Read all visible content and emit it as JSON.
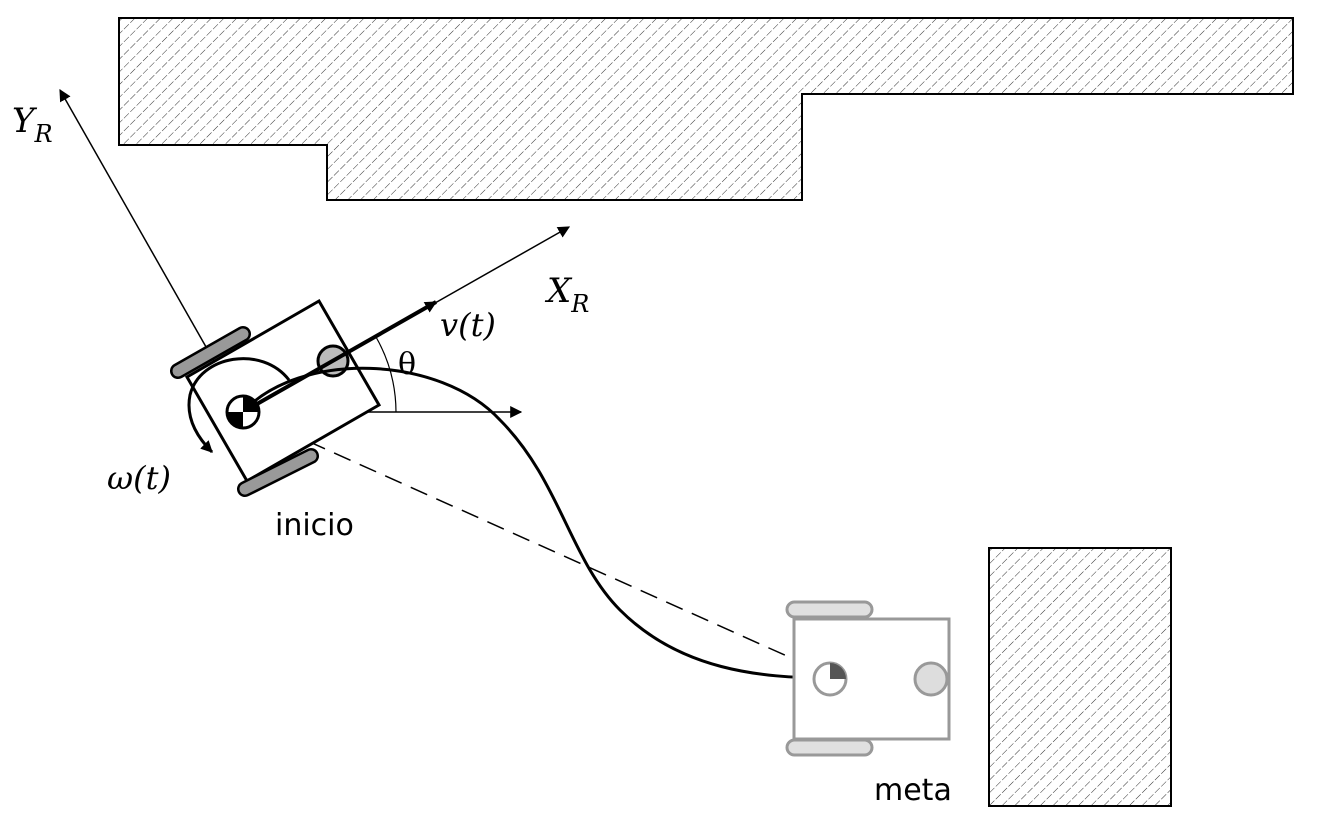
{
  "labels": {
    "y_axis": "Y",
    "y_axis_sub": "R",
    "x_axis": "X",
    "x_axis_sub": "R",
    "velocity": "v(t)",
    "angular_velocity": "ω(t)",
    "heading_angle": "θ",
    "start": "inicio",
    "goal": "meta"
  },
  "colors": {
    "line": "#000000",
    "robot_start_stroke": "#000000",
    "robot_goal_stroke": "#999999",
    "wheel_fill_start": "#999999",
    "wheel_fill_goal": "#e0e0e0",
    "caster_fill_start": "#bbbbbb",
    "caster_fill_goal": "#dddddd",
    "obstacle_stroke": "#000000",
    "obstacle_hatch": "#333333"
  }
}
